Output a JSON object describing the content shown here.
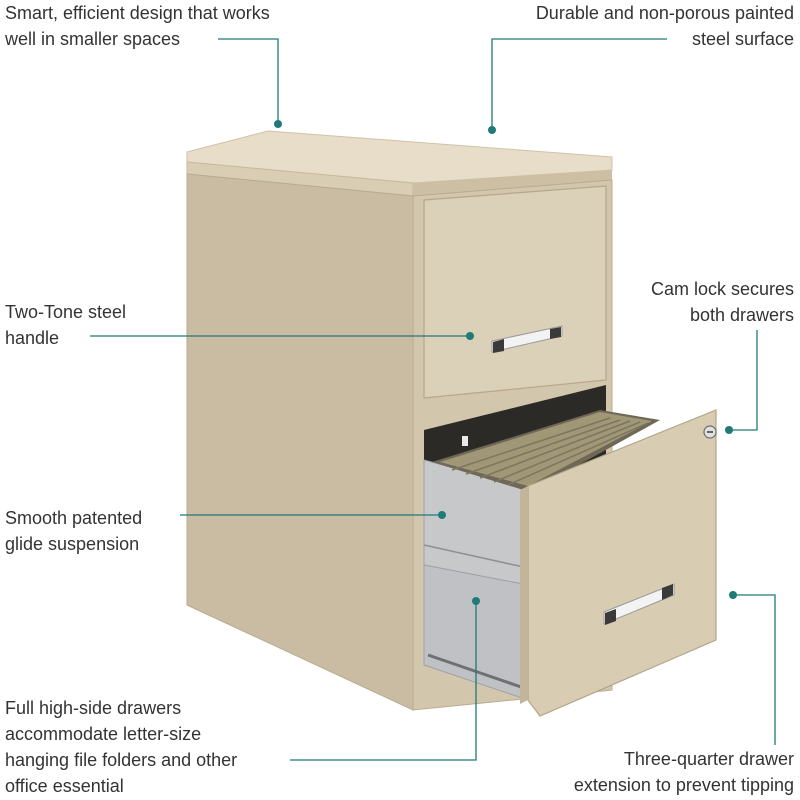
{
  "callouts": {
    "design": {
      "lines": [
        "Smart, efficient design that works",
        "well in smaller spaces"
      ]
    },
    "surface": {
      "lines": [
        "Durable and non-porous painted",
        "steel surface"
      ]
    },
    "handle": {
      "lines": [
        "Two-Tone steel",
        "handle"
      ]
    },
    "lock": {
      "lines": [
        "Cam lock secures",
        "both drawers"
      ]
    },
    "glide": {
      "lines": [
        "Smooth patented",
        "glide suspension"
      ]
    },
    "drawers": {
      "lines": [
        "Full high-side drawers",
        "accommodate letter-size",
        "hanging file folders and other",
        "office essential"
      ]
    },
    "extension": {
      "lines": [
        "Three-quarter drawer",
        "extension to prevent tipping"
      ]
    }
  },
  "colors": {
    "leader_line": "#1f7a78",
    "cabinet_body": "#d5c9b1",
    "cabinet_side": "#c8bba1",
    "cabinet_top": "#e6dcc7",
    "drawer_face": "#d9ceb6",
    "rail_metal": "#c4c6c8",
    "folder": "#9c9274",
    "handle_chrome": "#f2f2f2",
    "handle_dark": "#3b3b3b"
  },
  "icons": [
    "cam-lock-icon",
    "drawer-handle-icon",
    "leader-dot-icon"
  ]
}
